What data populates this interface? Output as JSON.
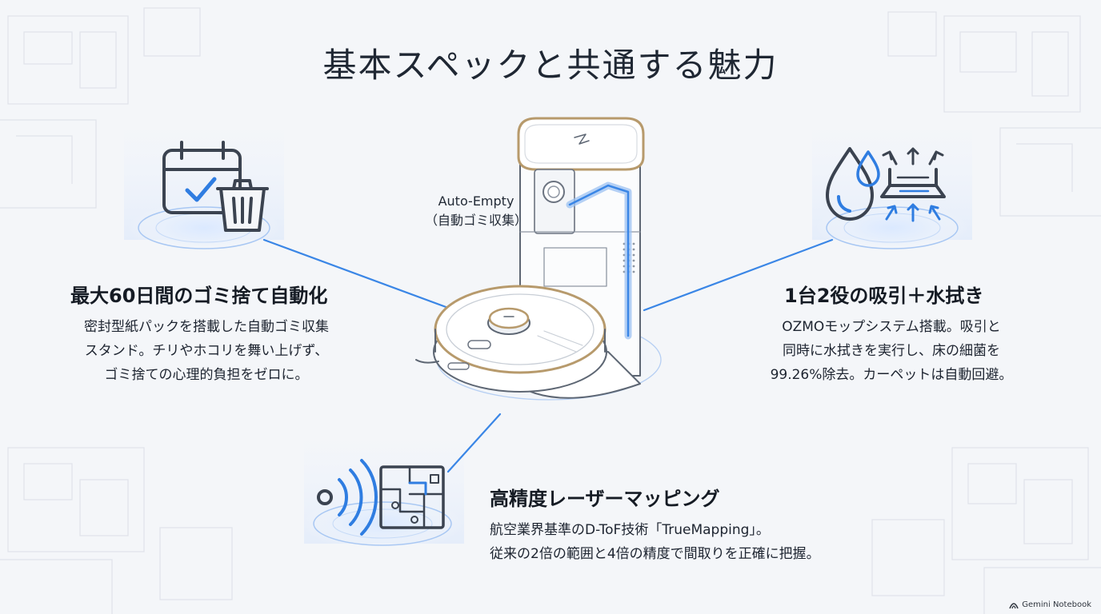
{
  "title": "基本スペックと共通する魅力",
  "callout": {
    "line1": "Auto-Empty",
    "line2": "（自動ゴミ収集）"
  },
  "features": {
    "auto_empty": {
      "icon": "calendar-trash-icon",
      "heading": "最大60日間のゴミ捨て自動化",
      "lines": [
        "密封型紙パックを搭載した自動ゴミ収集",
        "スタンド。チリやホコリを舞い上げず、",
        "ゴミ捨ての心理的負担をゼロに。"
      ]
    },
    "mopping": {
      "icon": "water-drop-mop-icon",
      "heading": "1台2役の吸引＋水拭き",
      "lines": [
        "OZMOモップシステム搭載。吸引と",
        "同時に水拭きを実行し、床の細菌を",
        "99.26%除去。カーペットは自動回避。"
      ]
    },
    "mapping": {
      "icon": "laser-map-icon",
      "heading": "高精度レーザーマッピング",
      "lines": [
        "航空業界基準のD-ToF技術「TrueMapping」。",
        "従来の2倍の範囲と4倍の精度で間取りを正確に把握。"
      ]
    }
  },
  "brand": {
    "label": "Gemini Notebook",
    "icon": "gemini-logo-icon"
  },
  "colors": {
    "accent": "#2f7de1",
    "glow": "#8fbaf5",
    "text": "#1d2430",
    "outline": "#5d6673",
    "gold": "#b79a6c"
  }
}
